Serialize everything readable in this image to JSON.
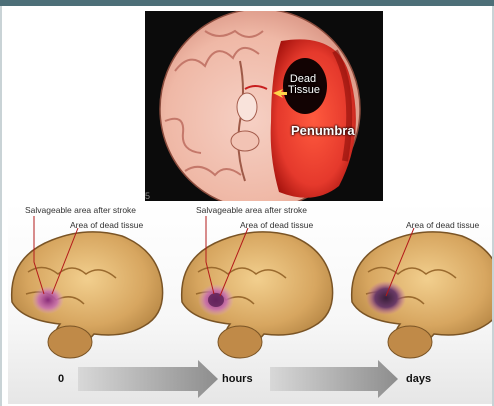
{
  "mri": {
    "label_dead_tissue": "Dead Tissue",
    "label_dead_line1": "Dead",
    "label_dead_line2": "Tissue",
    "label_penumbra": "Penumbra",
    "slide_number": "5"
  },
  "brains": [
    {
      "stage": "0",
      "annotations": {
        "salvageable": "Salvageable area after stroke",
        "dead": "Area of dead tissue"
      }
    },
    {
      "stage": "hours",
      "annotations": {
        "salvageable": "Salvageable area after stroke",
        "dead": "Area of dead tissue"
      }
    },
    {
      "stage": "days",
      "annotations": {
        "dead": "Area of dead tissue"
      }
    }
  ],
  "colors": {
    "header_bar": "#4d6f78",
    "penumbra": "#e5392c",
    "dead_tissue": "#120303",
    "brain_tan": "#d7a660",
    "lesion_pink": "#c66bb1",
    "arrow_gray": "#9a9a9a"
  }
}
